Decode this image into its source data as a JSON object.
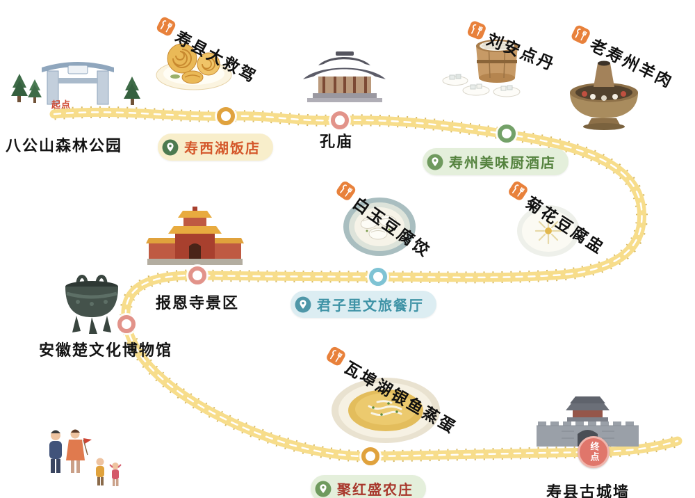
{
  "route": {
    "start_label": "起点",
    "end_label": "终点",
    "road_color": "#f7dd8b",
    "road_dash_color": "#ffffff"
  },
  "places": [
    {
      "name": "八公山森林公园"
    },
    {
      "name": "孔庙",
      "marker_color": "#e2938a"
    },
    {
      "name": "报恩寺景区",
      "marker_color": "#e2938a"
    },
    {
      "name": "安徽楚文化博物馆",
      "marker_color": "#e2938a"
    },
    {
      "name": "寿县古城墙"
    }
  ],
  "stations": [
    {
      "label": "寿西湖饭店",
      "text_color": "#d4572a",
      "bg_color": "#f8eecb",
      "marker_color": "#e0a23d"
    },
    {
      "label": "寿州美味厨酒店",
      "text_color": "#55833f",
      "bg_color": "#e4efdb",
      "marker_color": "#73a168"
    },
    {
      "label": "君子里文旅餐厅",
      "text_color": "#3f93a6",
      "bg_color": "#dcedf2",
      "marker_color": "#7fc3d4"
    },
    {
      "label": "聚红盛农庄",
      "text_color": "#a8372c",
      "bg_color": "#e4efdb",
      "marker_color": "#e0a23d"
    }
  ],
  "dishes": [
    {
      "label": "寿县大救驾"
    },
    {
      "label": "刘安点丹"
    },
    {
      "label": "老寿州羊肉"
    },
    {
      "label": "白玉豆腐饺"
    },
    {
      "label": "菊花豆腐盅"
    },
    {
      "label": "瓦埠湖银鱼蒸蛋"
    }
  ],
  "icons": {
    "dish_badge": "cutlery-icon",
    "station_badge": "location-pin-icon"
  }
}
